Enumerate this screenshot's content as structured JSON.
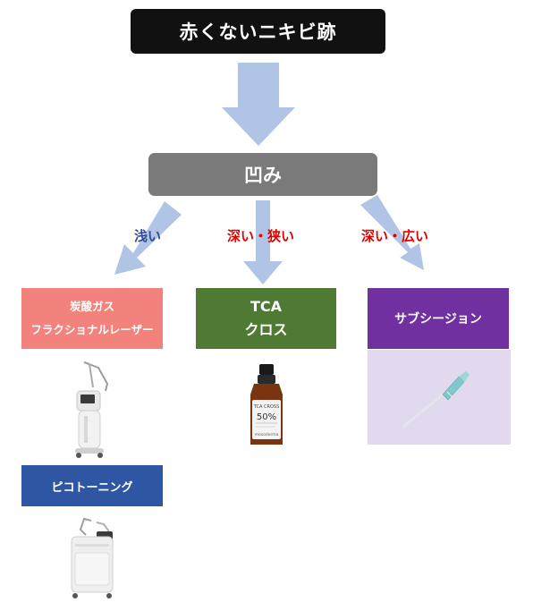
{
  "title": "赤くないニキビ跡",
  "level2": "凹み",
  "branches": {
    "shallow": "浅い",
    "deep_narrow": "深い・狭い",
    "deep_wide": "深い・広い"
  },
  "treatments": {
    "co2": {
      "line1": "炭酸ガス",
      "line2": "フラクショナルレーザー"
    },
    "tca": {
      "line1": "TCA",
      "line2": "クロス"
    },
    "subcision": {
      "label": "サブシージョン"
    },
    "pico": {
      "label": "ピコトーニング"
    }
  },
  "images": {
    "bottle_label_top": "TCA CROSS",
    "bottle_label_pct": "50%",
    "bottle_brand": "mesoderma"
  },
  "colors": {
    "arrow": "#b0c4e6",
    "title_bg": "#111111",
    "level2_bg": "#7a7a7a",
    "co2_bg": "#f4827c",
    "tca_bg": "#507a34",
    "subcision_bg": "#7130a0",
    "pico_bg": "#2f56a3",
    "shallow_text": "#2e4a9a",
    "deep_text": "#e00000"
  }
}
